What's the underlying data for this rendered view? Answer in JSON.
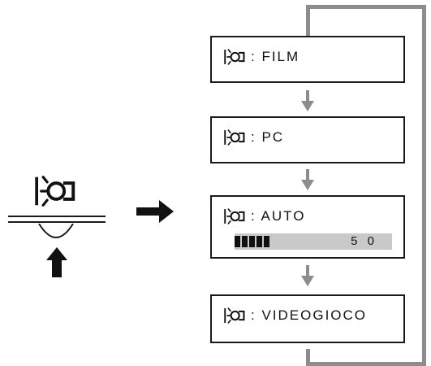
{
  "modes": [
    {
      "label": ": FILM"
    },
    {
      "label": ": PC"
    },
    {
      "label": ": AUTO",
      "bar": {
        "value": "5 0",
        "level": 50
      }
    },
    {
      "label": ": VIDEOGIOCO"
    }
  ],
  "icons": {
    "mode_icon": "picture-mode-icon",
    "button_icon": "picture-mode-button-icon",
    "press_arrow": "up-arrow-icon",
    "flow_arrow": "right-arrow-icon",
    "step_arrow": "down-arrow-icon"
  },
  "colors": {
    "box_border": "#1a1a1a",
    "loop_line": "#8c8c8c",
    "bar_background": "#c9c9c9",
    "bar_fill": "#111111"
  }
}
